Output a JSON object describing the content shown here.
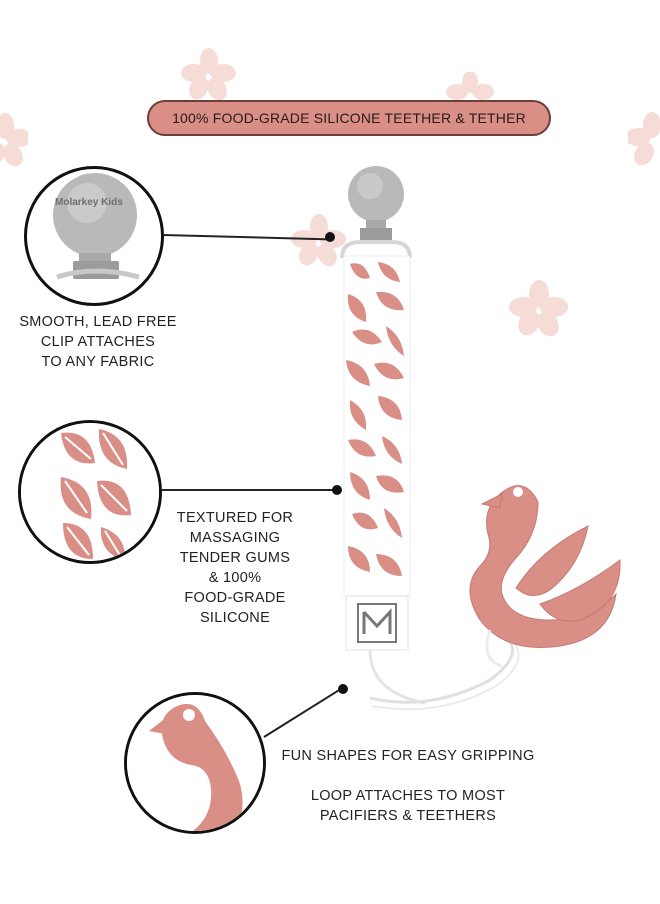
{
  "banner": {
    "text": "100% FOOD-GRADE SILICONE TEETHER & TETHER"
  },
  "clip_brand": {
    "text": "Molarkey Kids"
  },
  "captions": {
    "clip": [
      "SMOOTH, LEAD FREE",
      "CLIP ATTACHES",
      "TO ANY FABRIC"
    ],
    "texture": [
      "TEXTURED FOR",
      "MASSAGING",
      "TENDER GUMS",
      "& 100%",
      "FOOD-GRADE",
      "SILICONE"
    ],
    "shapes": "FUN SHAPES FOR EASY GRIPPING",
    "loop": [
      "LOOP ATTACHES TO MOST",
      "PACIFIERS & TEETHERS"
    ]
  },
  "colors": {
    "accent": "#d98f86",
    "accent_dark": "#6e3e3a",
    "flower": "#f6dcd6",
    "clip_grey": "#b9b9b7"
  },
  "icons": [
    "flower-icon",
    "clip-icon",
    "leaf-pattern-icon",
    "swan-teether-icon",
    "logo-m-icon"
  ]
}
